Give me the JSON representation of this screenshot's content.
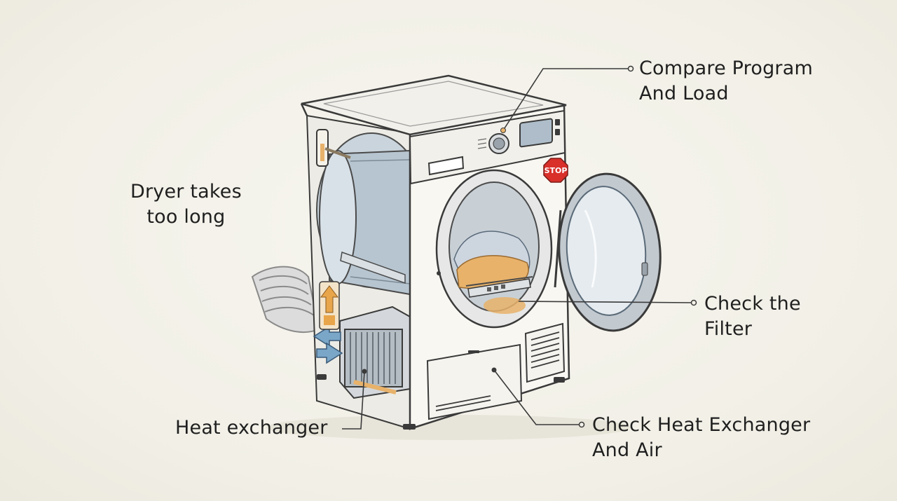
{
  "labels": {
    "dryer_takes_too_long": [
      "Dryer takes",
      "too long"
    ],
    "compare_program": [
      "Compare Program",
      "And Load"
    ],
    "check_filter": [
      "Check the",
      "Filter"
    ],
    "heat_exchanger": [
      "Heat exchanger"
    ],
    "check_heat_exchanger_air": [
      "Check Heat Exchanger",
      "And Air"
    ]
  },
  "stop_sign": "STOP",
  "colors": {
    "background": "#f3f1e8",
    "line": "#3a3a3a",
    "accent_orange": "#e8b26a",
    "accent_blue": "#7aa6c8",
    "stop_red": "#d9302a"
  },
  "icons": {
    "airflow": "double-arrow-icon",
    "heat": "up-arrow-icon"
  }
}
